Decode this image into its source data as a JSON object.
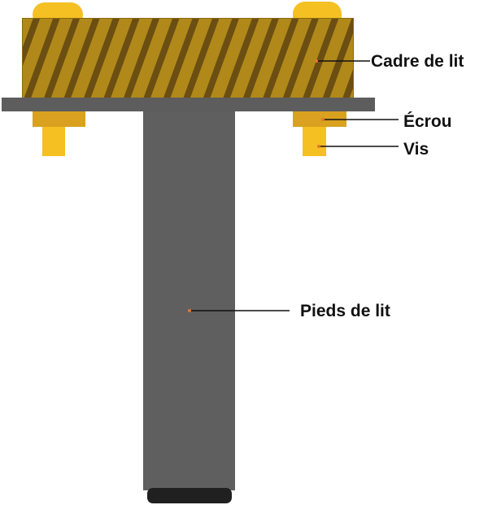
{
  "labels": {
    "frame": "Cadre de lit",
    "nut": "Écrou",
    "screw": "Vis",
    "legs": "Pieds de lit"
  },
  "colors": {
    "frame": "#b0891a",
    "frame_stripe": "#6b4e12",
    "frame_border": "#8a6a12",
    "bolt": "#f5c022",
    "nut": "#d9a11f",
    "plate": "#5d5d5d",
    "leg": "#5f5f5f",
    "foot": "#202020",
    "leader_dot": "#e8742a",
    "leader_line": "#111111",
    "background": "#ffffff"
  }
}
